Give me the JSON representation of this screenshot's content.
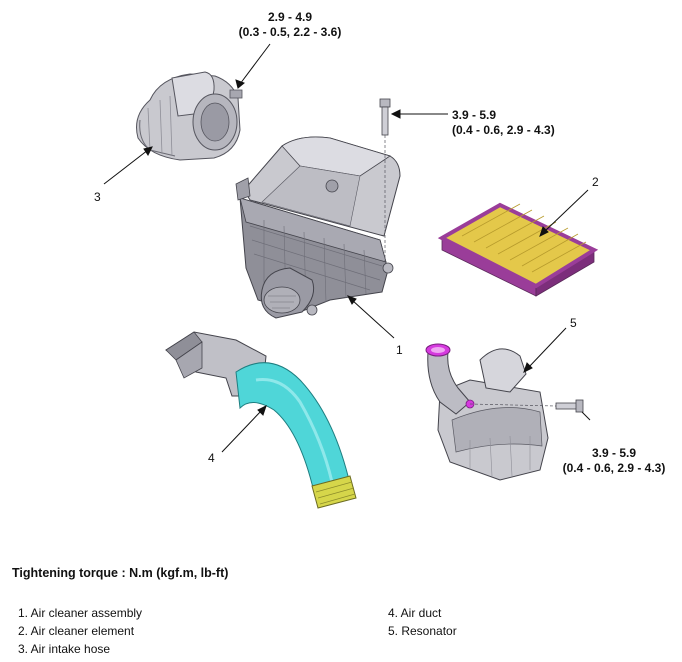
{
  "torques": {
    "throttle_clamp": {
      "line1": "2.9 - 4.9",
      "line2": "(0.3 - 0.5, 2.2 - 3.6)"
    },
    "top_bolt": {
      "line1": "3.9 - 5.9",
      "line2": "(0.4 - 0.6, 2.9 - 4.3)"
    },
    "resonator_bolt": {
      "line1": "3.9 - 5.9",
      "line2": "(0.4 - 0.6, 2.9 - 4.3)"
    }
  },
  "callouts": {
    "c1": "1",
    "c2": "2",
    "c3": "3",
    "c4": "4",
    "c5": "5"
  },
  "heading": "Tightening torque : N.m (kgf.m, lb-ft)",
  "legend": [
    "1. Air cleaner assembly",
    "2. Air cleaner element",
    "3. Air intake hose",
    "4. Air duct",
    "5. Resonator"
  ],
  "colors": {
    "part_grey": "#c9c9cf",
    "part_dark": "#8f8f98",
    "duct_cyan": "#4fd6d8",
    "filter_purple": "#9a3d99",
    "filter_yellow": "#e4c84a",
    "clamp_magenta": "#d63adf",
    "hose_end_yellow": "#d6d64a"
  }
}
